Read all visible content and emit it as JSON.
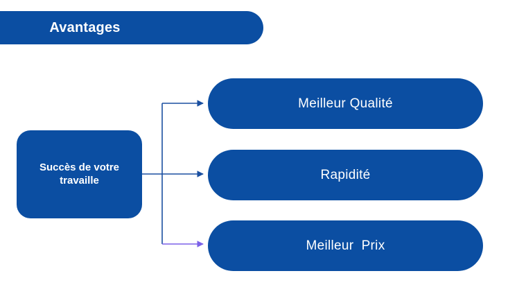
{
  "slide": {
    "background_color": "#ffffff",
    "accent_color": "#0b4ea2",
    "connector_color": "#1a4fa0",
    "connector_alt_color": "#7b61e8",
    "text_color": "#ffffff"
  },
  "header": {
    "title": "Avantages"
  },
  "source": {
    "label": "Succès de votre\ntravaille"
  },
  "branches": [
    {
      "label": "Meilleur Qualité"
    },
    {
      "label": "Rapidité"
    },
    {
      "label": "Meilleur  Prix"
    }
  ],
  "connectors": [
    {
      "name": "connector-to-meilleur-qualite",
      "style": "elbow",
      "color": "#1a4fa0"
    },
    {
      "name": "connector-to-rapidite",
      "style": "straight",
      "color": "#1a4fa0"
    },
    {
      "name": "connector-to-meilleur-prix",
      "style": "elbow",
      "color": "#7b61e8"
    }
  ]
}
